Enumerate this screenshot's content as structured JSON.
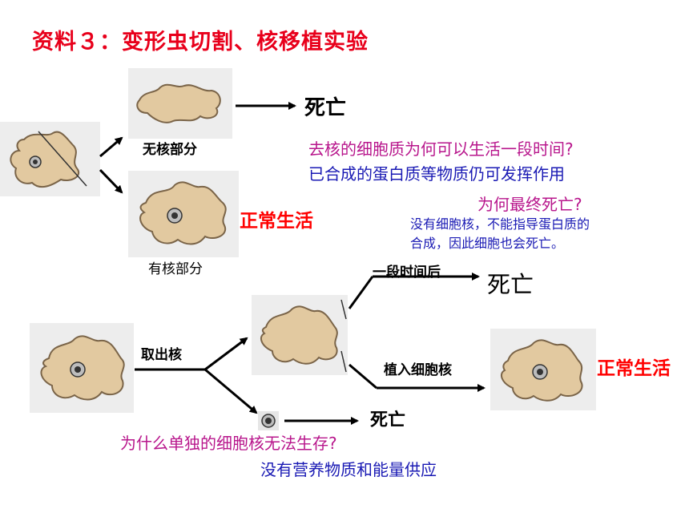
{
  "title": "资料３：变形虫切割、核移植实验",
  "experiment1": {
    "no_nucleus_label": "无核部分",
    "with_nucleus_label": "有核部分",
    "death": "死亡",
    "normal_life": "正常生活",
    "q1": "去核的细胞质为何可以生活一段时间?",
    "a1": "已合成的蛋白质等物质仍可发挥作用",
    "q2": "为何最终死亡?",
    "a2_line1": "没有细胞核，不能指导蛋白质的",
    "a2_line2": "合成，因此细胞也会死亡。"
  },
  "experiment2": {
    "remove_nucleus": "取出核",
    "after_time": "一段时间后",
    "death_after_time": "死亡",
    "implant_nucleus": "植入细胞核",
    "normal_life": "正常生活",
    "nucleus_death": "死亡",
    "q3": "为什么单独的细胞核无法生存?",
    "a3": "没有营养物质和能量供应"
  },
  "colors": {
    "title": "#e8001b",
    "question": "#b8168c",
    "answer": "#1a1ab4",
    "normal_life": "#ff0000",
    "cell_fill": "#e2c9a0",
    "cell_stroke": "#7a6448",
    "nucleus": "#4a4a4a"
  }
}
